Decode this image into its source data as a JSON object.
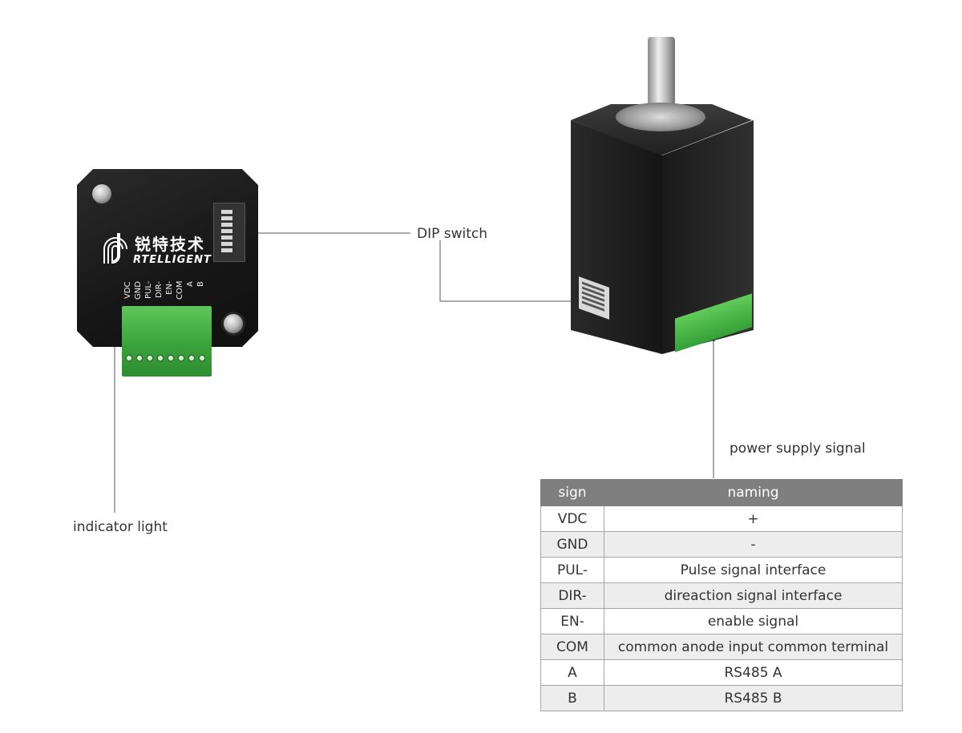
{
  "labels": {
    "dip_switch": "DIP switch",
    "indicator_light": "indicator light",
    "power_supply_signal": "power supply  signal"
  },
  "board": {
    "brand_cn": "锐特技术",
    "brand_en": "RTELLIGENT",
    "pins": [
      "VDC",
      "GND",
      "PUL-",
      "DIR-",
      "EN-",
      "COM",
      "A",
      "B"
    ]
  },
  "table": {
    "headers": [
      "sign",
      "naming"
    ],
    "rows": [
      {
        "sign": "VDC",
        "naming": "+"
      },
      {
        "sign": "GND",
        "naming": "-"
      },
      {
        "sign": "PUL-",
        "naming": "Pulse signal interface"
      },
      {
        "sign": "DIR-",
        "naming": "direaction signal interface"
      },
      {
        "sign": "EN-",
        "naming": "enable signal"
      },
      {
        "sign": "COM",
        "naming": "common anode input common terminal"
      },
      {
        "sign": "A",
        "naming": "RS485 A"
      },
      {
        "sign": "B",
        "naming": "RS485 B"
      }
    ]
  },
  "colors": {
    "header_bg": "#7f7f7f",
    "alt_row_bg": "#ededed",
    "terminal_green": "#3aa33a",
    "line": "#555555"
  }
}
